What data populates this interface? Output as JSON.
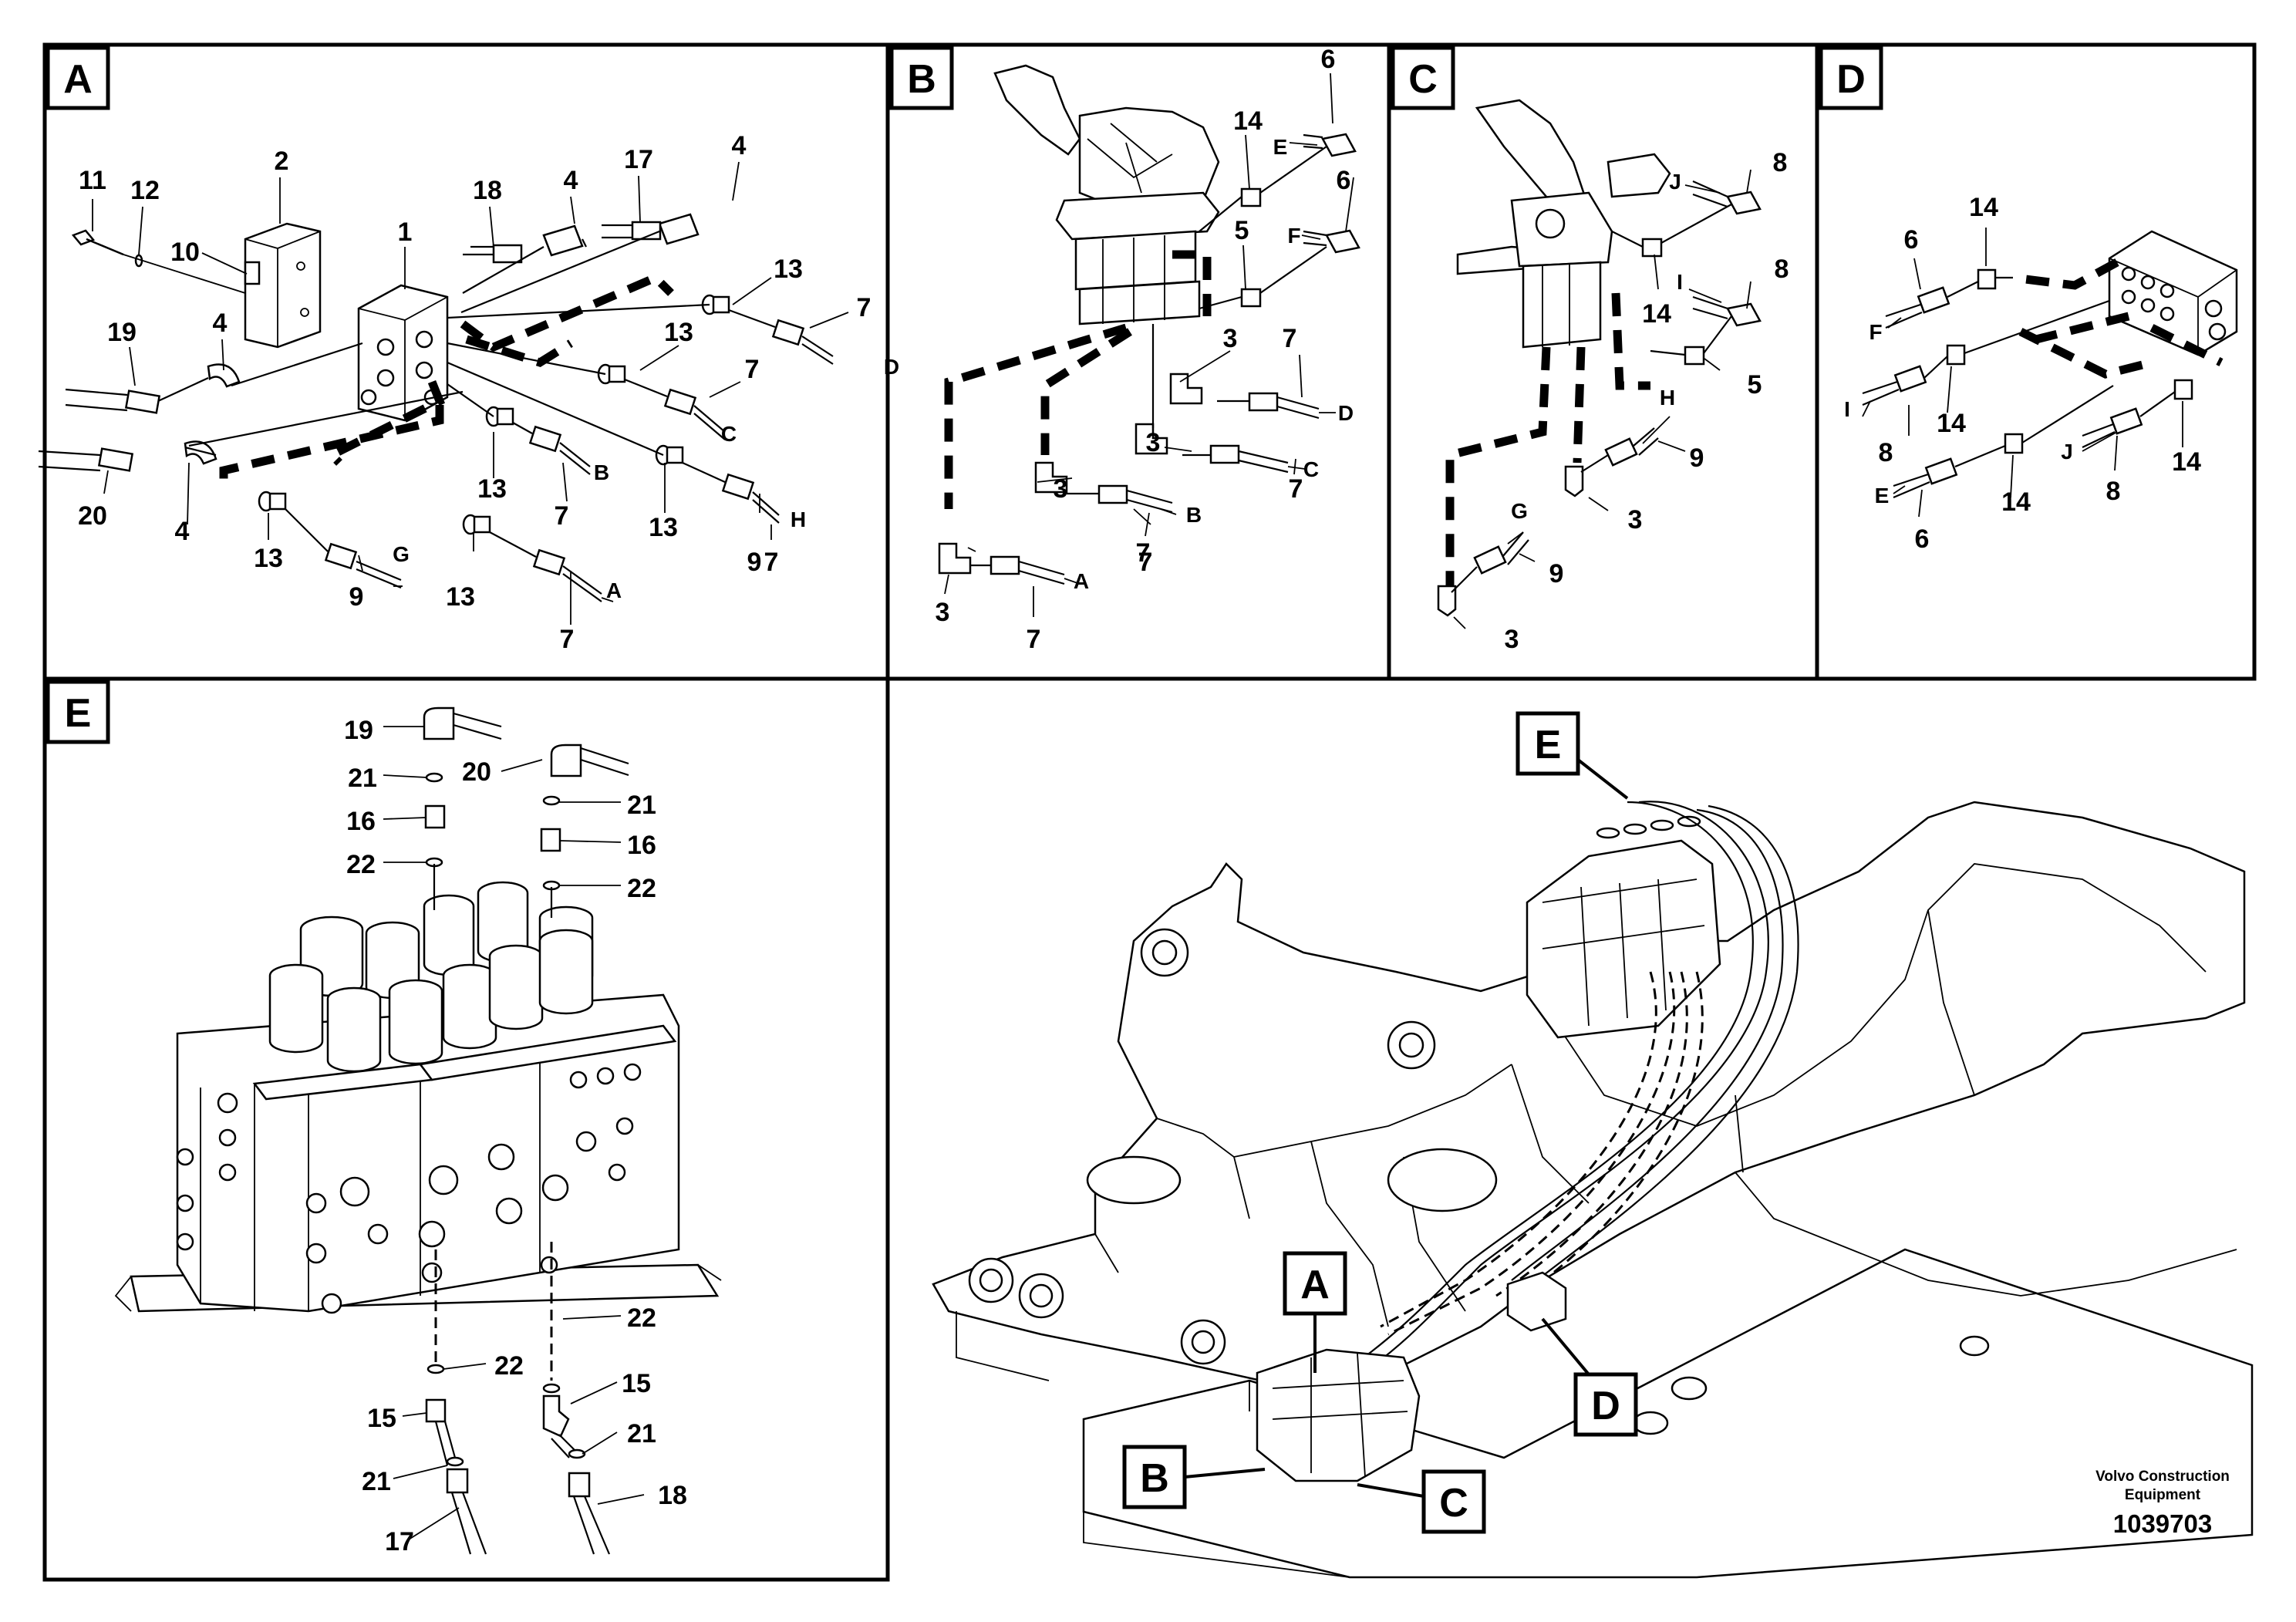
{
  "panels": [
    {
      "id": "A"
    },
    {
      "id": "B"
    },
    {
      "id": "C"
    },
    {
      "id": "D"
    },
    {
      "id": "E"
    }
  ],
  "overview_callouts": [
    "E",
    "A",
    "D",
    "B",
    "C"
  ],
  "labels": {
    "A": [
      "11",
      "12",
      "2",
      "10",
      "1",
      "18",
      "4",
      "17",
      "4",
      "13",
      "7",
      "D",
      "13",
      "7",
      "C",
      "19",
      "4",
      "20",
      "4",
      "13",
      "7",
      "B",
      "13",
      "9",
      "H",
      "13",
      "9",
      "G",
      "13",
      "7",
      "A",
      "7"
    ],
    "B": [
      "6",
      "E",
      "14",
      "6",
      "F",
      "5",
      "3",
      "7",
      "D",
      "3",
      "7",
      "C",
      "3",
      "7",
      "B",
      "3",
      "7",
      "A",
      "7"
    ],
    "C": [
      "J",
      "8",
      "14",
      "I",
      "8",
      "5",
      "H",
      "9",
      "3",
      "G",
      "9",
      "3"
    ],
    "D": [
      "14",
      "6",
      "F",
      "I",
      "14",
      "8",
      "J",
      "14",
      "E",
      "14",
      "8",
      "6"
    ],
    "E": [
      "19",
      "21",
      "16",
      "22",
      "20",
      "21",
      "16",
      "22",
      "22",
      "22",
      "15",
      "15",
      "21",
      "21",
      "18",
      "17"
    ]
  },
  "footer": {
    "line1": "Volvo Construction",
    "line2": "Equipment",
    "number": "1039703"
  }
}
